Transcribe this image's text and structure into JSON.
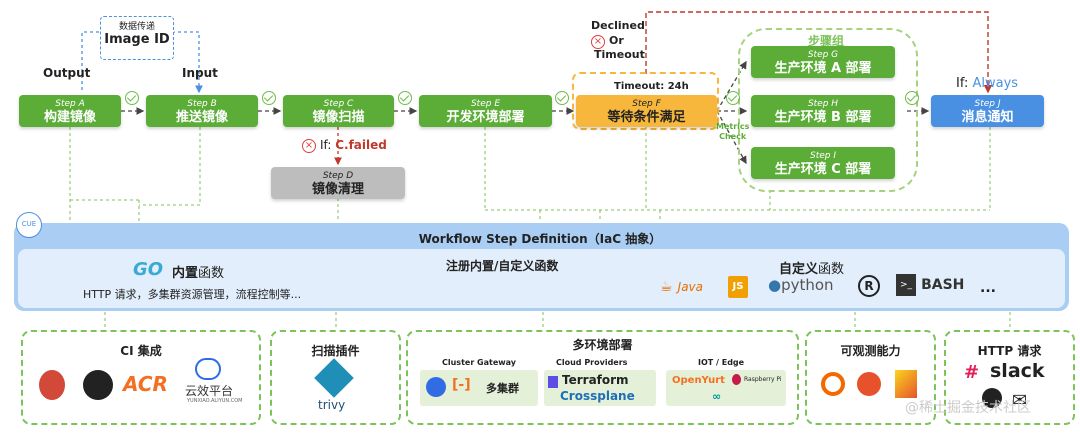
{
  "flow": {
    "image_id_sub": "数据传递",
    "image_id": "Image ID",
    "output_label": "Output",
    "input_label": "Input",
    "declined": "Declined",
    "or_label": "Or",
    "timeout_label": "Timeout",
    "timeout_24h": "Timeout: 24h",
    "step_group_label": "步骤组",
    "if_prefix": "If:",
    "if_always": "Always",
    "if_c_failed": "C.failed",
    "metrics": "Metrics",
    "check": "Check",
    "steps": [
      {
        "id": "Step A",
        "name": "构建镜像",
        "color": "green"
      },
      {
        "id": "Step B",
        "name": "推送镜像",
        "color": "green"
      },
      {
        "id": "Step C",
        "name": "镜像扫描",
        "color": "green"
      },
      {
        "id": "Step D",
        "name": "镜像清理",
        "color": "gray"
      },
      {
        "id": "Step E",
        "name": "开发环境部署",
        "color": "green"
      },
      {
        "id": "Step F",
        "name": "等待条件满足",
        "color": "orange"
      },
      {
        "id": "Step G",
        "name": "生产环境 A 部署",
        "color": "green"
      },
      {
        "id": "Step H",
        "name": "生产环境 B 部署",
        "color": "green"
      },
      {
        "id": "Step I",
        "name": "生产环境 C 部署",
        "color": "green"
      },
      {
        "id": "Step J",
        "name": "消息通知",
        "color": "blue"
      }
    ]
  },
  "definition": {
    "cue_badge": "CUE",
    "title": "Workflow Step Definition（IaC 抽象）",
    "go_logo": "GO",
    "builtin_strong": "内置",
    "builtin_suffix": "函数",
    "builtin_desc": "HTTP 请求，多集群资源管理，流程控制等...",
    "register_label": "注册内置/自定义函数",
    "custom_strong": "自定义",
    "custom_suffix": "函数",
    "lang_java": "Java",
    "lang_js": "JS",
    "lang_python": "python",
    "lang_rust": "R",
    "lang_bash": "BASH",
    "ellipsis": "..."
  },
  "integrations": {
    "ci": {
      "title": "CI 集成",
      "acr": "ACR",
      "yunxiao": "云效平台",
      "yunxiao_sub": "YUNXIAO.ALIYUN.COM"
    },
    "scan": {
      "title": "扫描插件",
      "trivy": "trivy"
    },
    "multi": {
      "title": "多环境部署",
      "cluster_gateway": "Cluster Gateway",
      "cloud_providers": "Cloud Providers",
      "iot_edge": "IOT / Edge",
      "multi_cluster": "多集群",
      "terraform": "Terraform",
      "crossplane": "Crossplane",
      "openyurt": "OpenYurt",
      "raspberry": "Raspberry Pi"
    },
    "obs": {
      "title": "可观测能力"
    },
    "http": {
      "title": "HTTP 请求",
      "slack": "slack"
    }
  },
  "watermark": "@稀土掘金技术社区",
  "colors": {
    "green": "#5cad38",
    "orange": "#f6b73c",
    "gray": "#bdbdbd",
    "blue": "#4a90e2",
    "red": "#c0392b",
    "dash_green": "#7cc35a"
  }
}
